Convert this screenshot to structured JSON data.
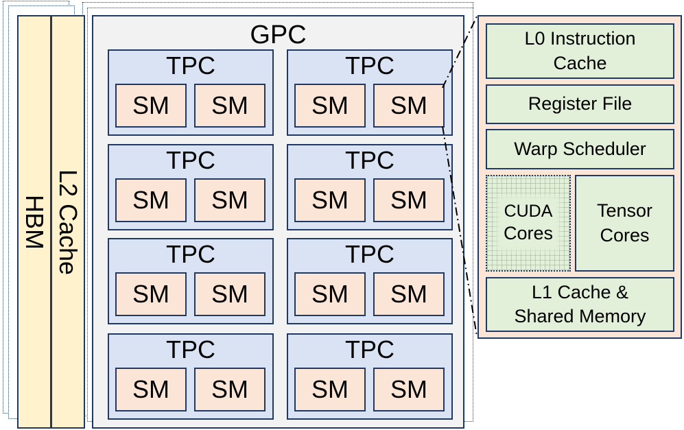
{
  "memory": {
    "hbm_label": "HBM",
    "l2_label": "L2 Cache"
  },
  "gpc": {
    "title": "GPC",
    "tpcs": [
      {
        "label": "TPC",
        "sms": [
          "SM",
          "SM"
        ]
      },
      {
        "label": "TPC",
        "sms": [
          "SM",
          "SM"
        ]
      },
      {
        "label": "TPC",
        "sms": [
          "SM",
          "SM"
        ]
      },
      {
        "label": "TPC",
        "sms": [
          "SM",
          "SM"
        ]
      },
      {
        "label": "TPC",
        "sms": [
          "SM",
          "SM"
        ]
      },
      {
        "label": "TPC",
        "sms": [
          "SM",
          "SM"
        ]
      },
      {
        "label": "TPC",
        "sms": [
          "SM",
          "SM"
        ]
      },
      {
        "label": "TPC",
        "sms": [
          "SM",
          "SM"
        ]
      }
    ]
  },
  "sm_detail": {
    "l0_cache": [
      "L0 Instruction",
      "Cache"
    ],
    "register_file": "Register File",
    "warp_scheduler": "Warp Scheduler",
    "cuda_cores": [
      "CUDA",
      "Cores"
    ],
    "tensor_cores": [
      "Tensor",
      "Cores"
    ],
    "l1_cache": [
      "L1 Cache &",
      "Shared Memory"
    ]
  },
  "colors": {
    "outline": "#1f3864",
    "gpc_fill": "#f2f2f2",
    "tpc_fill": "#dae3f3",
    "sm_fill": "#fbe5d6",
    "memory_fill": "#fff2cc",
    "unit_fill": "#e2efd9"
  }
}
